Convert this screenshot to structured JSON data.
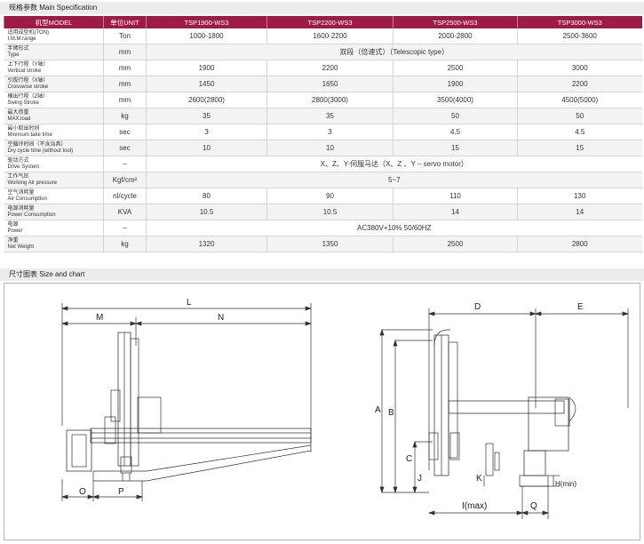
{
  "spec_section": {
    "title": "规格参数  Main Specification"
  },
  "table": {
    "headers": [
      "机型MODEL",
      "单位UNIT",
      "TSP1900-WS3",
      "TSP2200-WS3",
      "TSP2500-WS3",
      "TSP3000-WS3"
    ],
    "rows": [
      {
        "cn": "适用成型机(TON)",
        "en": "I.M.M.range",
        "unit": "Ton",
        "values": [
          "1000-1800",
          "1600-2200",
          "2000-2800",
          "2500-3600"
        ]
      },
      {
        "cn": "手臂形式",
        "en": "Type",
        "unit": "mm",
        "merged": "双段（倍速式）（Telescopic type）"
      },
      {
        "cn": "上下行程（Y轴）",
        "en": "Vertical stroke",
        "unit": "mm",
        "values": [
          "1900",
          "2200",
          "2500",
          "3000"
        ]
      },
      {
        "cn": "引拔行程（X轴）",
        "en": "Crosswise stroke",
        "unit": "mm",
        "values": [
          "1450",
          "1650",
          "1900",
          "2200"
        ]
      },
      {
        "cn": "横出行程（Z轴）",
        "en": "Swing Stroke",
        "unit": "mm",
        "values": [
          "2600(2800)",
          "2800(3000)",
          "3500(4000)",
          "4500(5000)"
        ]
      },
      {
        "cn": "最大荷重",
        "en": "MAX.load",
        "unit": "kg",
        "values": [
          "35",
          "35",
          "50",
          "50"
        ]
      },
      {
        "cn": "最小取出时间",
        "en": "Minimum take time",
        "unit": "sec",
        "values": [
          "3",
          "3",
          "4.5",
          "4.5"
        ]
      },
      {
        "cn": "空循环时间（不含治具）",
        "en": "Dry cycle time (without tool)",
        "unit": "sec",
        "values": [
          "10",
          "10",
          "15",
          "15"
        ]
      },
      {
        "cn": "驱动方式",
        "en": "Drive System",
        "unit": "–",
        "merged": "X、Z、Y-伺服马达（X、Z 、Y – servo  motor）"
      },
      {
        "cn": "工作气压",
        "en": "Working Air pressure",
        "unit": "Kgf/cm²",
        "merged": "5~7"
      },
      {
        "cn": "空气消耗量",
        "en": "Air Consumption",
        "unit": "nl/cycle",
        "values": [
          "80",
          "90",
          "110",
          "130"
        ]
      },
      {
        "cn": "电源消耗量",
        "en": "Power Consumption",
        "unit": "KVA",
        "values": [
          "10.5",
          "10.5",
          "14",
          "14"
        ]
      },
      {
        "cn": "电源",
        "en": "Power",
        "unit": "–",
        "merged": "AC380V+10%  50/60HZ"
      },
      {
        "cn": "净重",
        "en": "Net Weight",
        "unit": "kg",
        "values": [
          "1320",
          "1350",
          "2500",
          "2800"
        ]
      }
    ]
  },
  "size_section": {
    "title": "尺寸图表  Size and chart"
  },
  "dimension_labels": {
    "L": "L",
    "M": "M",
    "N": "N",
    "O": "O",
    "P": "P",
    "D": "D",
    "E": "E",
    "A": "A",
    "B": "B",
    "C": "C",
    "J": "J",
    "K": "K",
    "I": "I(max)",
    "Q": "Q",
    "H": "H(min)"
  }
}
